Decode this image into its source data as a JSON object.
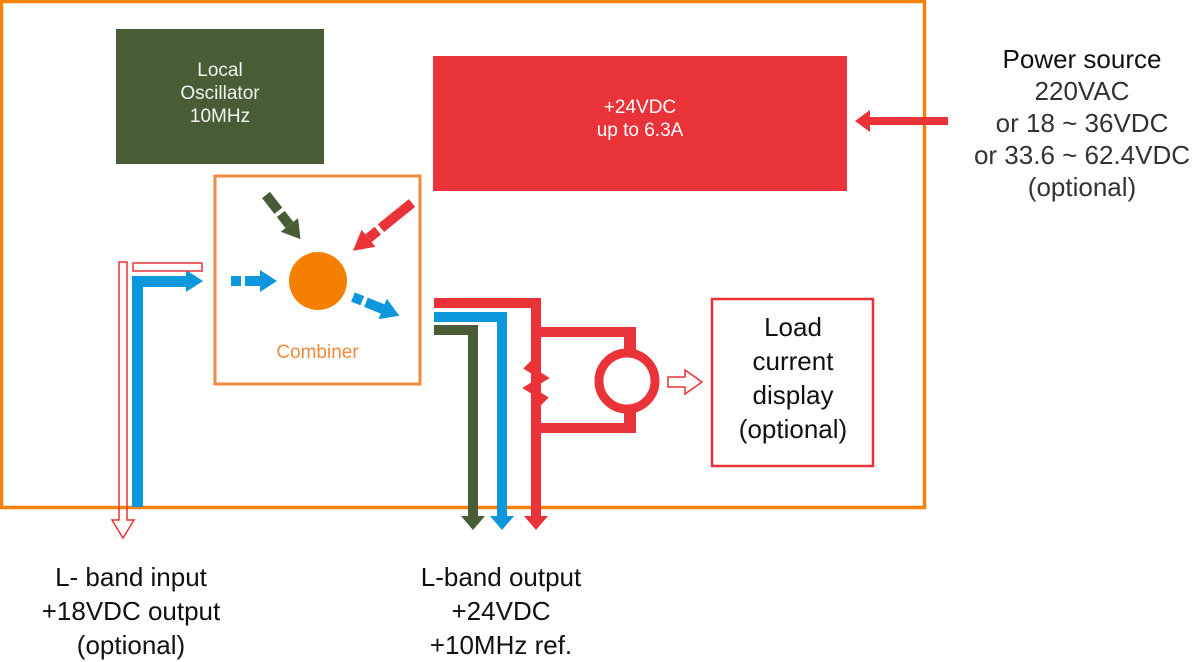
{
  "colors": {
    "frame": "#f5820a",
    "combiner_box": "#f08a3c",
    "oscillator": "#485d36",
    "power_red": "#ea3339",
    "signal_blue": "#0d97dc",
    "combiner_node": "#f58000",
    "text_dark": "#111111"
  },
  "local_oscillator": {
    "lines": [
      "Local",
      "Oscillator",
      "10MHz"
    ]
  },
  "power_supply": {
    "lines": [
      "+24VDC",
      "up to 6.3A"
    ]
  },
  "power_source": {
    "lines": [
      "Power source",
      "220VAC",
      "or 18 ~ 36VDC",
      "or 33.6 ~ 62.4VDC",
      "(optional)"
    ]
  },
  "combiner": {
    "label": "Combiner"
  },
  "load_display": {
    "lines": [
      "Load",
      "current",
      "display",
      "(optional)"
    ]
  },
  "input_port": {
    "lines": [
      "L- band input",
      "+18VDC output",
      "(optional)"
    ]
  },
  "output_port": {
    "lines": [
      "L-band output",
      "+24VDC",
      "+10MHz ref."
    ]
  }
}
